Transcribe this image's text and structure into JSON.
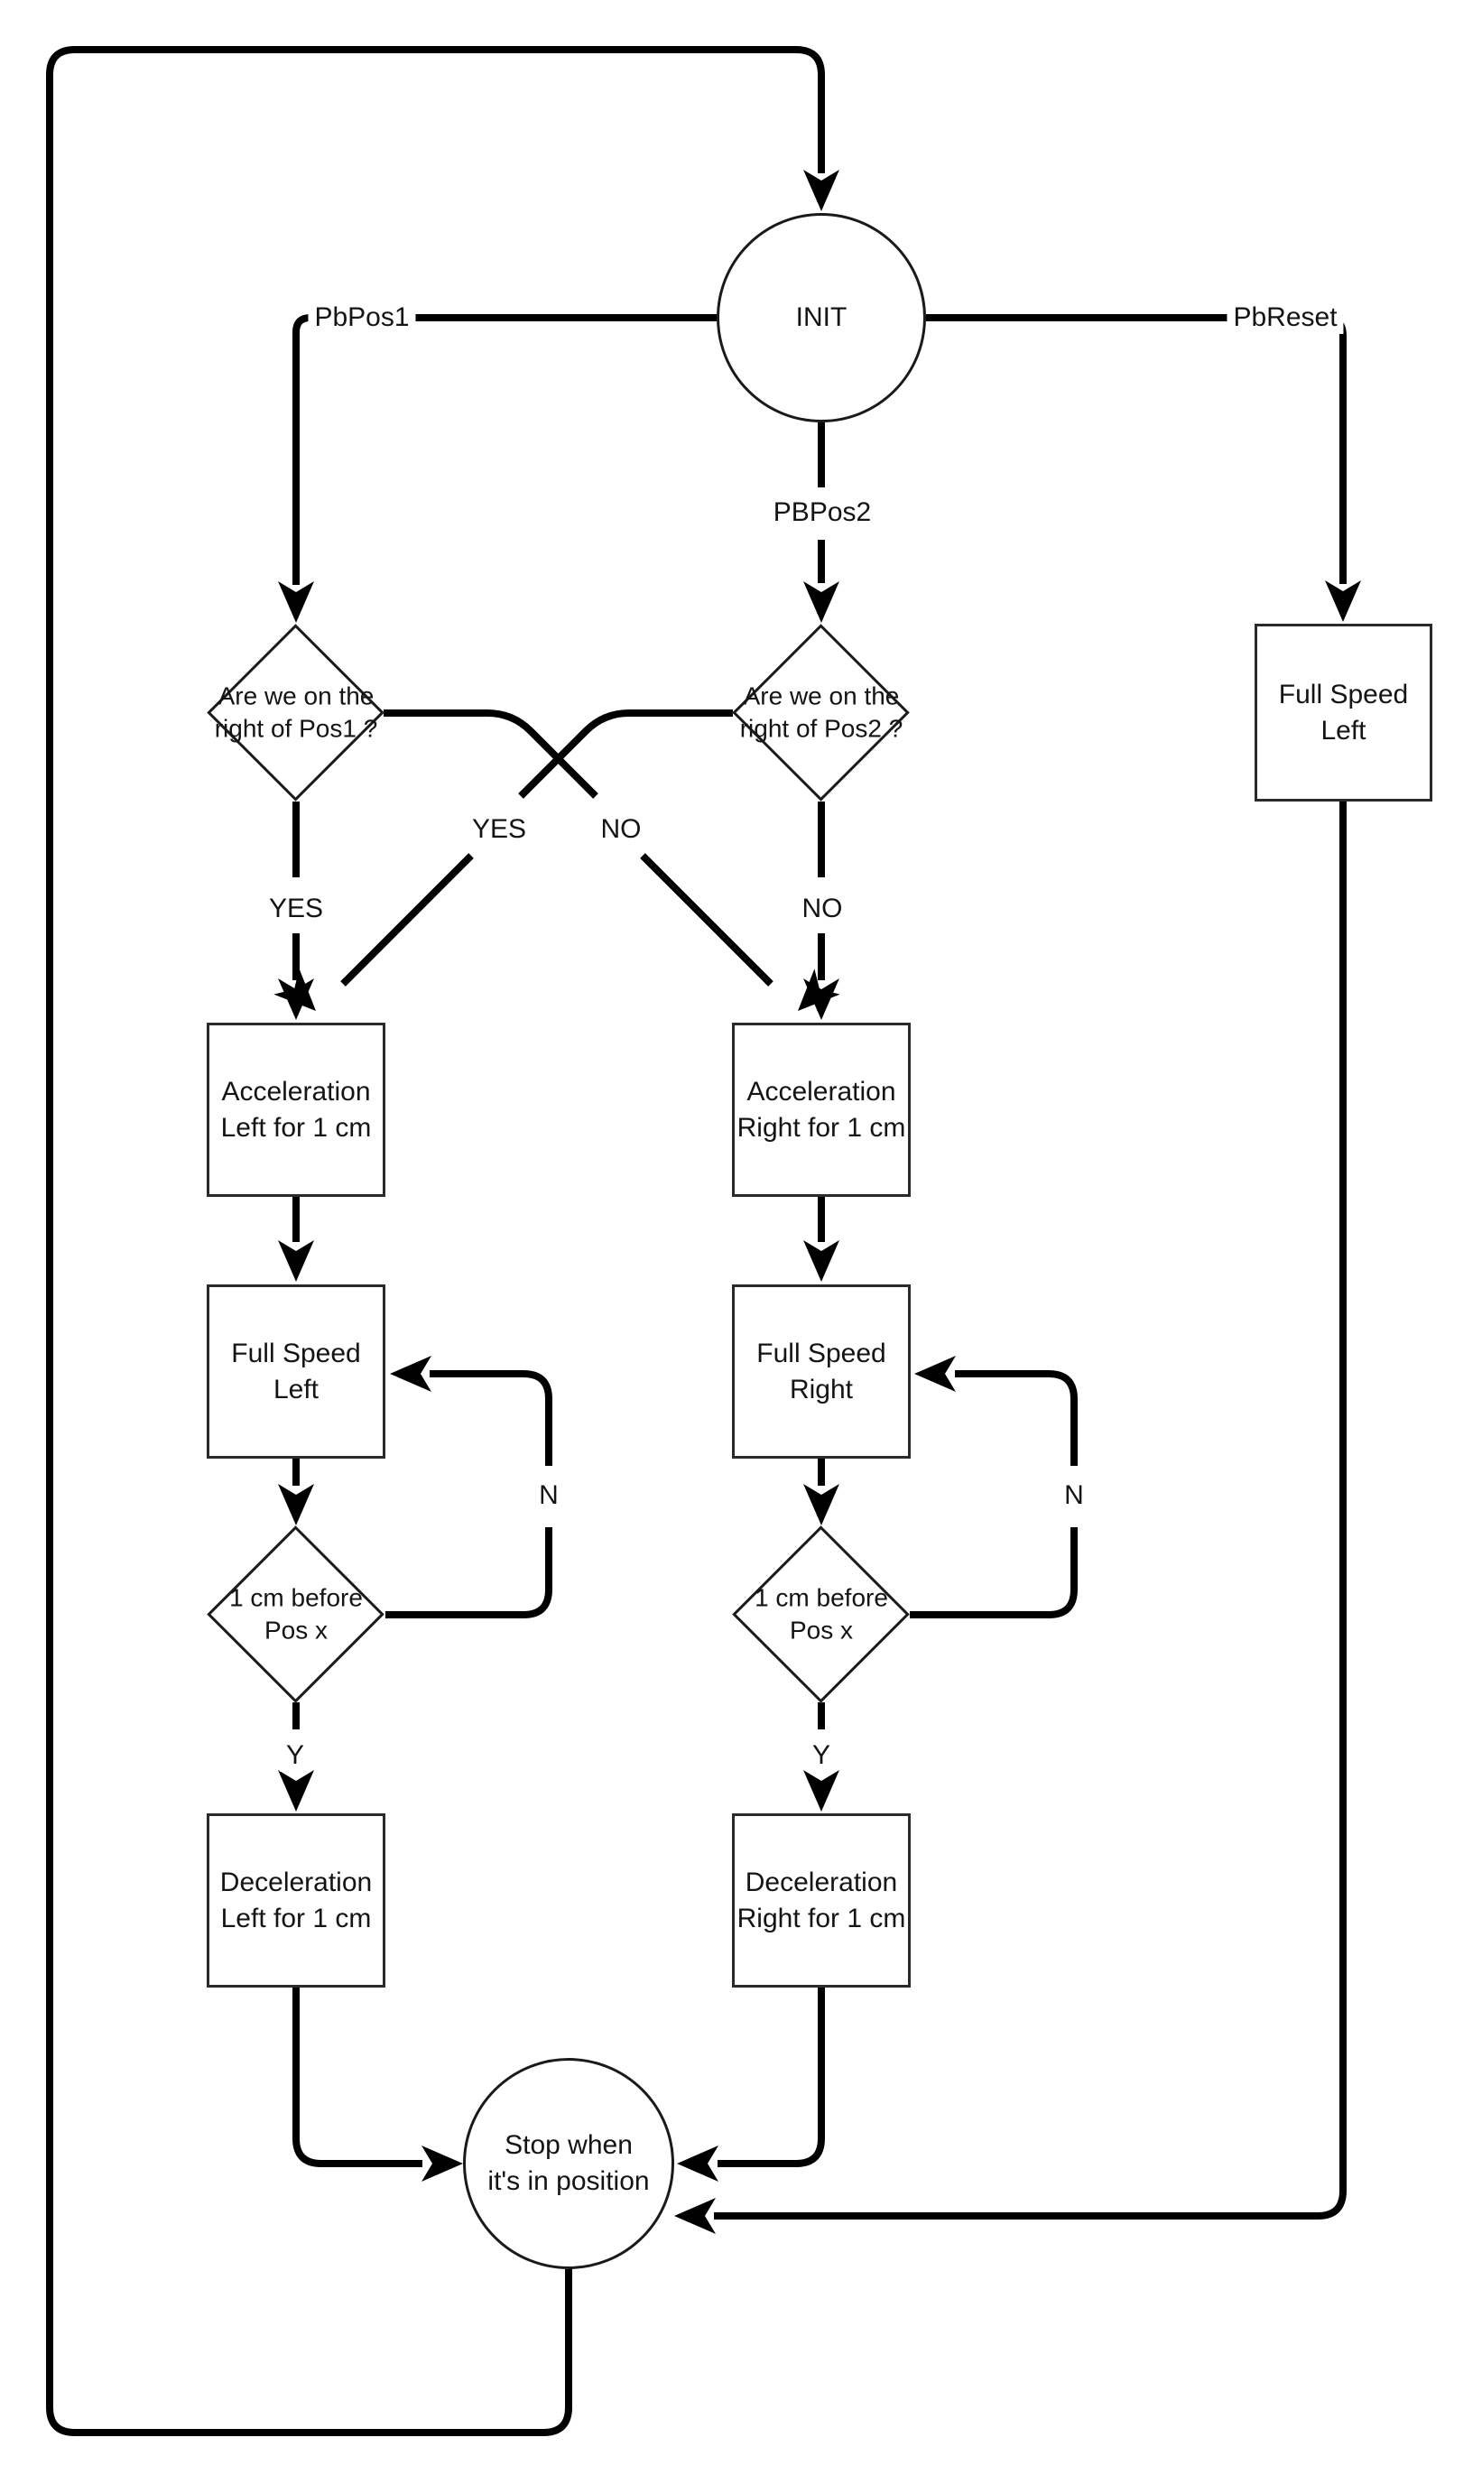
{
  "colors": {
    "line": "#000000",
    "background": "#ffffff",
    "text": "#141414"
  },
  "nodes": {
    "init": {
      "label": "INIT"
    },
    "decision_pos1": {
      "label": "Are we on the\nright of Pos1 ?"
    },
    "decision_pos2": {
      "label": "Are we on the\nright of Pos2 ?"
    },
    "full_speed_left_reset": {
      "label": "Full Speed\nLeft"
    },
    "acceleration_left": {
      "label": "Acceleration\nLeft for 1 cm"
    },
    "acceleration_right": {
      "label": "Acceleration\nRight for 1 cm"
    },
    "full_speed_left": {
      "label": "Full Speed\nLeft"
    },
    "full_speed_right": {
      "label": "Full Speed\nRight"
    },
    "before_pos_left": {
      "label": "1 cm before\nPos x"
    },
    "before_pos_right": {
      "label": "1 cm before\nPos x"
    },
    "deceleration_left": {
      "label": "Deceleration\nLeft for 1 cm"
    },
    "deceleration_right": {
      "label": "Deceleration\nRight for 1 cm"
    },
    "stop": {
      "label": "Stop when\nit's in position"
    }
  },
  "edge_labels": {
    "pbpos1": "PbPos1",
    "pbreset": "PbReset",
    "pbpos2": "PBPos2",
    "pos2_yes": "YES",
    "pos1_no": "NO",
    "pos1_yes": "YES",
    "pos2_no": "NO",
    "loop_left_n": "N",
    "loop_right_n": "N",
    "left_y": "Y",
    "right_y": "Y"
  }
}
